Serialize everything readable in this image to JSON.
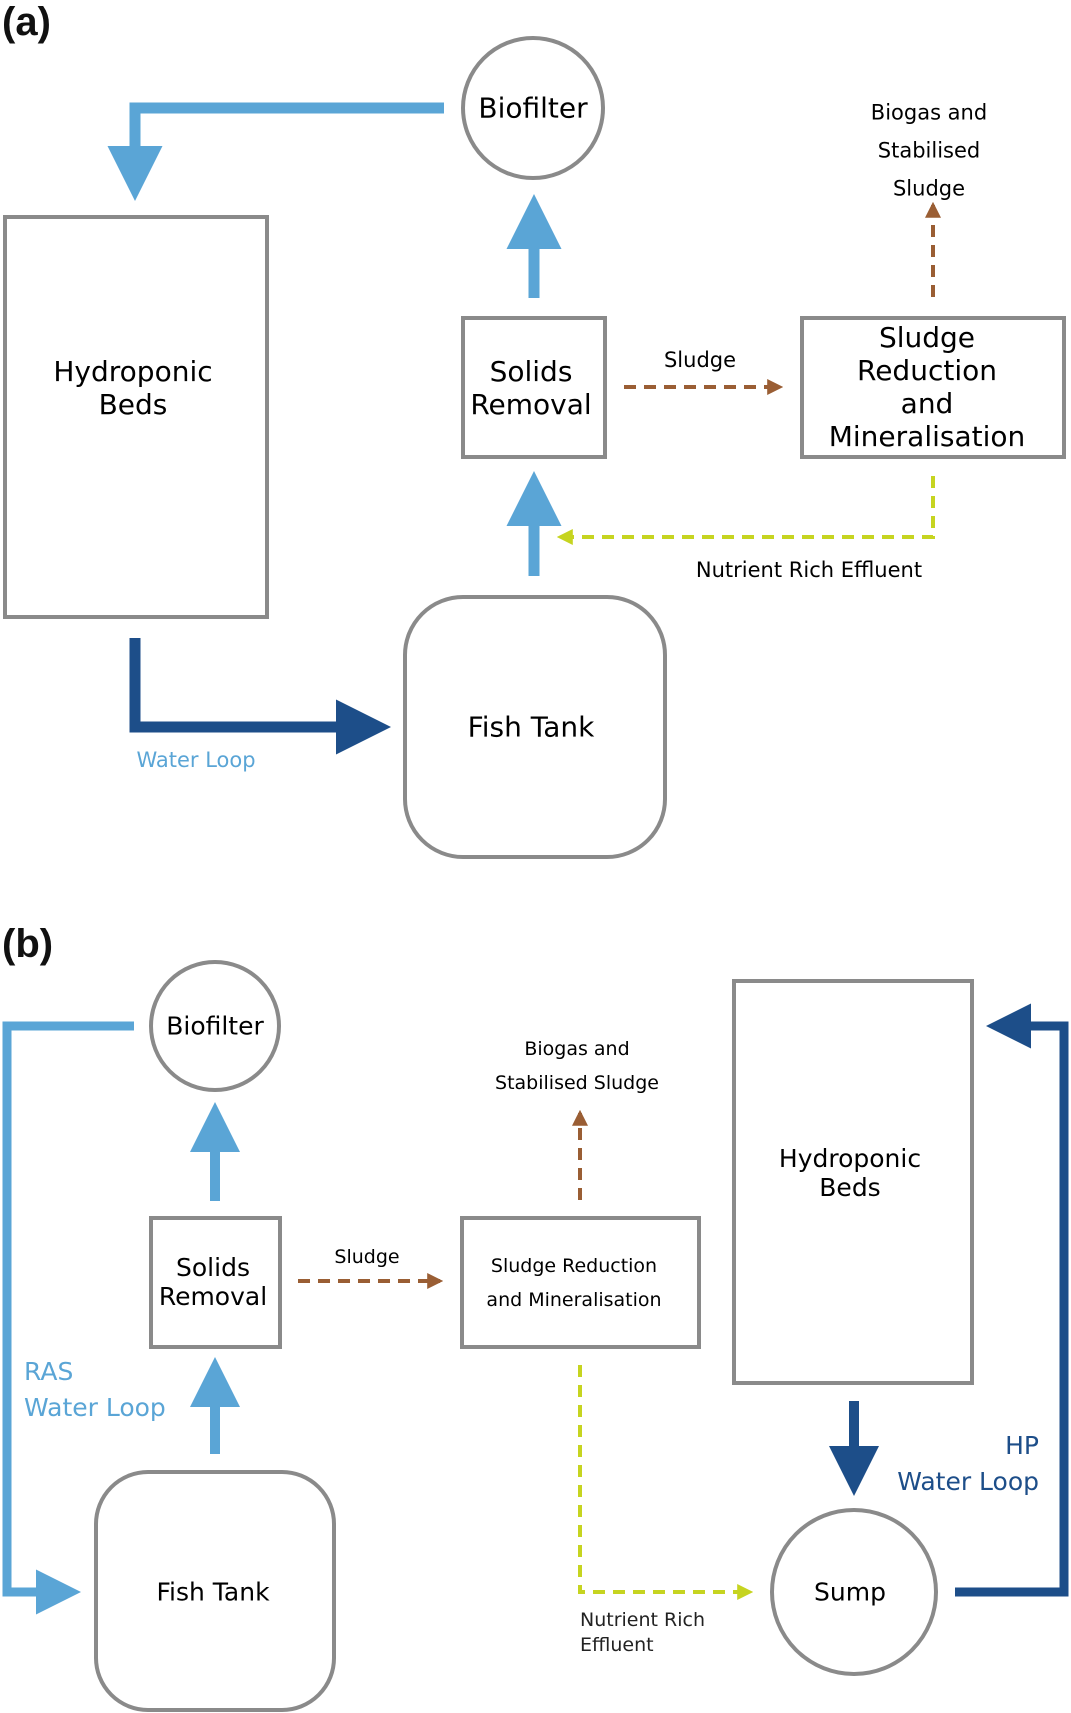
{
  "colors": {
    "box": "#8a8a8a",
    "ras_loop": "#5aa5d6",
    "hp_loop": "#1d4e89",
    "sludge": "#9a5e34",
    "effluent": "#c6d420"
  },
  "panel_a": {
    "tag": "(a)",
    "biofilter": "Biofilter",
    "hydroponic_beds": [
      "Hydroponic",
      "Beds"
    ],
    "solids_removal": [
      "Solids",
      "Removal"
    ],
    "sludge_reduction": [
      "Sludge Reduction",
      "and",
      "Mineralisation"
    ],
    "fish_tank": "Fish Tank",
    "biogas": [
      "Biogas and",
      "Stabilised Sludge"
    ],
    "sludge_label": "Sludge",
    "effluent_label": "Nutrient Rich Effluent",
    "water_loop": "Water Loop"
  },
  "panel_b": {
    "tag": "(b)",
    "biofilter": "Biofilter",
    "solids_removal": [
      "Solids",
      "Removal"
    ],
    "sludge_reduction": [
      "Sludge Reduction",
      "and Mineralisation"
    ],
    "hydroponic_beds": [
      "Hydroponic",
      "Beds"
    ],
    "fish_tank": "Fish Tank",
    "sump": "Sump",
    "biogas": [
      "Biogas and",
      "Stabilised Sludge"
    ],
    "sludge_label": "Sludge",
    "effluent": [
      "Nutrient Rich",
      "Effluent"
    ],
    "ras_loop": [
      "RAS",
      "Water Loop"
    ],
    "hp_loop": [
      "HP",
      "Water Loop"
    ]
  }
}
